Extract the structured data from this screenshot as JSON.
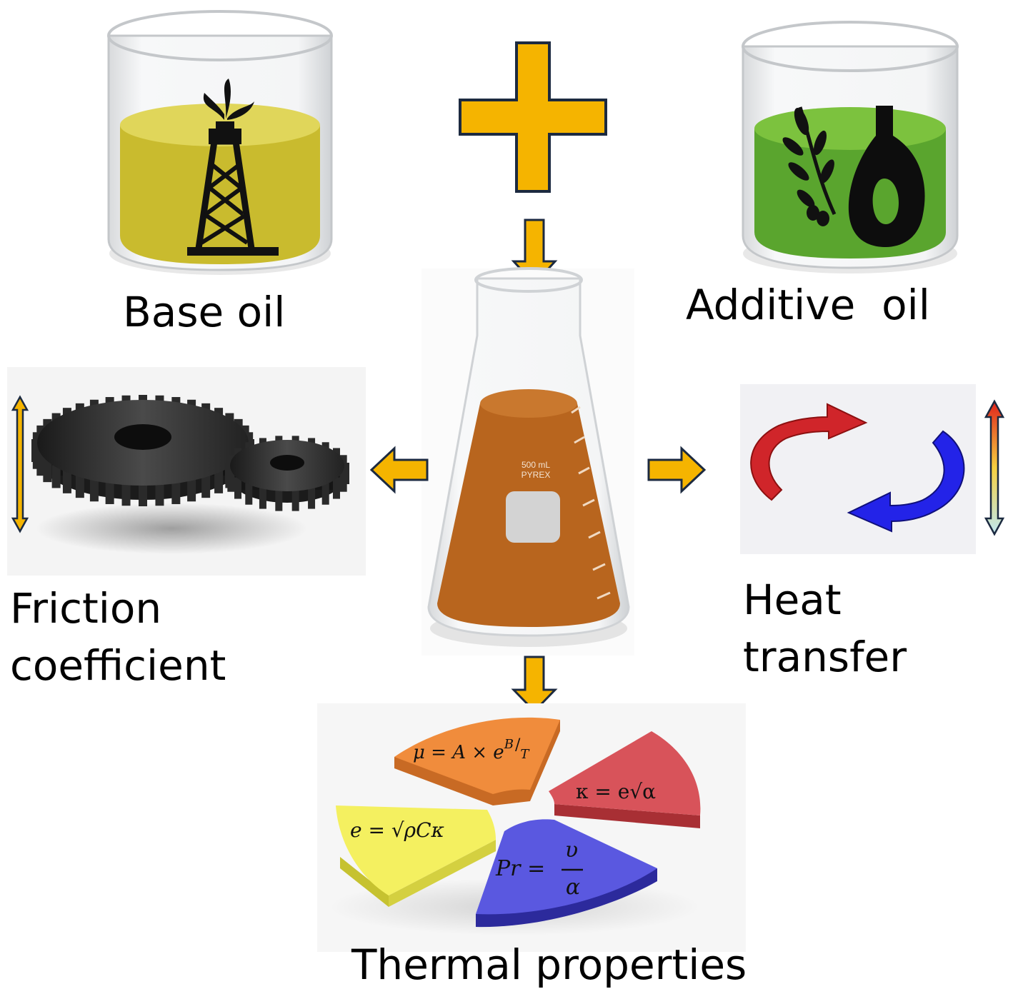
{
  "captions": {
    "base_oil": "Base oil",
    "additive_oil": "Additive  oil",
    "friction": "Friction coefficient",
    "heat_transfer": "Heat transfer",
    "thermal_properties": "Thermal properties"
  },
  "flask": {
    "volume": "500 mL",
    "brand": "PYREX"
  },
  "equations": {
    "viscosity": "μ = A × e",
    "viscosity_exp": "B",
    "viscosity_den": "T",
    "conductivity": "κ = e√α",
    "effusivity": "e = √ρCκ",
    "prandtl_lhs": "Pr =",
    "prandtl_num": "υ",
    "prandtl_den": "α"
  },
  "colors": {
    "arrow": "#f5b400",
    "base_oil": "#cfc03a",
    "additive_oil": "#6cb83a",
    "mixture": "#b8651e",
    "slice_orange": "#f08c3c",
    "slice_red": "#d8535a",
    "slice_yellow": "#f4f060",
    "slice_blue": "#5a58e0"
  }
}
